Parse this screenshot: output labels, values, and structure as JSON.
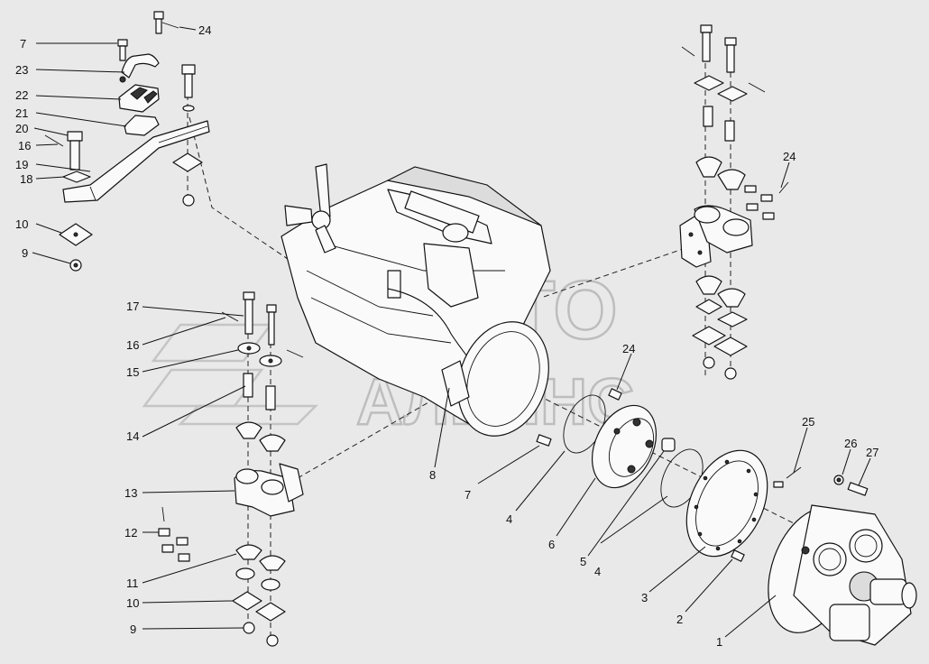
{
  "watermark": {
    "line1": "АВТО",
    "line2": "АЛЬЯНС"
  },
  "callouts": [
    {
      "id": "c7a",
      "text": "7"
    },
    {
      "id": "c23",
      "text": "23"
    },
    {
      "id": "c22",
      "text": "22"
    },
    {
      "id": "c21",
      "text": "21"
    },
    {
      "id": "c20",
      "text": "20"
    },
    {
      "id": "c16a",
      "text": "16"
    },
    {
      "id": "c19",
      "text": "19"
    },
    {
      "id": "c18",
      "text": "18"
    },
    {
      "id": "c10a",
      "text": "10"
    },
    {
      "id": "c9a",
      "text": "9"
    },
    {
      "id": "c24a",
      "text": "24"
    },
    {
      "id": "c24b",
      "text": "24"
    },
    {
      "id": "c17",
      "text": "17"
    },
    {
      "id": "c16b",
      "text": "16"
    },
    {
      "id": "c15",
      "text": "15"
    },
    {
      "id": "c14",
      "text": "14"
    },
    {
      "id": "c13",
      "text": "13"
    },
    {
      "id": "c12",
      "text": "12"
    },
    {
      "id": "c11",
      "text": "11"
    },
    {
      "id": "c10b",
      "text": "10"
    },
    {
      "id": "c9b",
      "text": "9"
    },
    {
      "id": "c8",
      "text": "8"
    },
    {
      "id": "c24c",
      "text": "24"
    },
    {
      "id": "c7b",
      "text": "7"
    },
    {
      "id": "c4a",
      "text": "4"
    },
    {
      "id": "c6",
      "text": "6"
    },
    {
      "id": "c5",
      "text": "5"
    },
    {
      "id": "c4b",
      "text": "4"
    },
    {
      "id": "c3",
      "text": "3"
    },
    {
      "id": "c2",
      "text": "2"
    },
    {
      "id": "c1",
      "text": "1"
    },
    {
      "id": "c25",
      "text": "25"
    },
    {
      "id": "c26",
      "text": "26"
    },
    {
      "id": "c27",
      "text": "27"
    }
  ]
}
